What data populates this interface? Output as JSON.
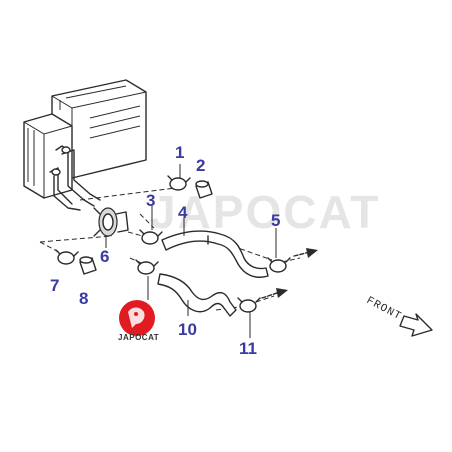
{
  "diagram": {
    "callouts": [
      {
        "id": "1",
        "label": "1"
      },
      {
        "id": "2",
        "label": "2"
      },
      {
        "id": "3",
        "label": "3"
      },
      {
        "id": "4",
        "label": "4"
      },
      {
        "id": "5",
        "label": "5"
      },
      {
        "id": "6",
        "label": "6"
      },
      {
        "id": "7",
        "label": "7"
      },
      {
        "id": "8",
        "label": "8"
      },
      {
        "id": "10",
        "label": "10"
      },
      {
        "id": "11",
        "label": "11"
      }
    ],
    "front_label": "FRONT",
    "watermark": "JAPOCAT",
    "logo_text": "JAPOCAT",
    "colors": {
      "callout": "#3a3aa0",
      "logo_red": "#e01b22",
      "line": "#2b2b2b"
    }
  }
}
